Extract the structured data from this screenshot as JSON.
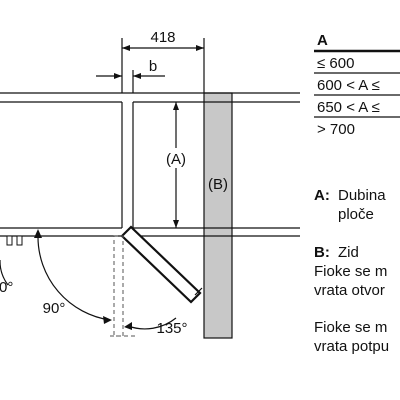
{
  "dimensions": {
    "width_value": "418",
    "gap_label": "b",
    "depth_label": "(A)",
    "wall_label": "(B)",
    "angle_90": "90°",
    "angle_135": "135°",
    "angle_partial": "0°"
  },
  "table": {
    "header": "A",
    "rows": [
      "≤ 600",
      "600 < A ≤",
      "650 < A ≤",
      "> 700"
    ]
  },
  "legend": {
    "a_key": "A:",
    "a_line1": "Dubina",
    "a_line2": "ploče",
    "b_key": "B:",
    "b_text": "Zid",
    "note1_line1": "Fioke se m",
    "note1_line2": "vrata otvor",
    "note2_line1": "Fioke se m",
    "note2_line2": "vrata potpu"
  },
  "colors": {
    "wall_fill": "#c8c8c8",
    "line": "#111111"
  }
}
